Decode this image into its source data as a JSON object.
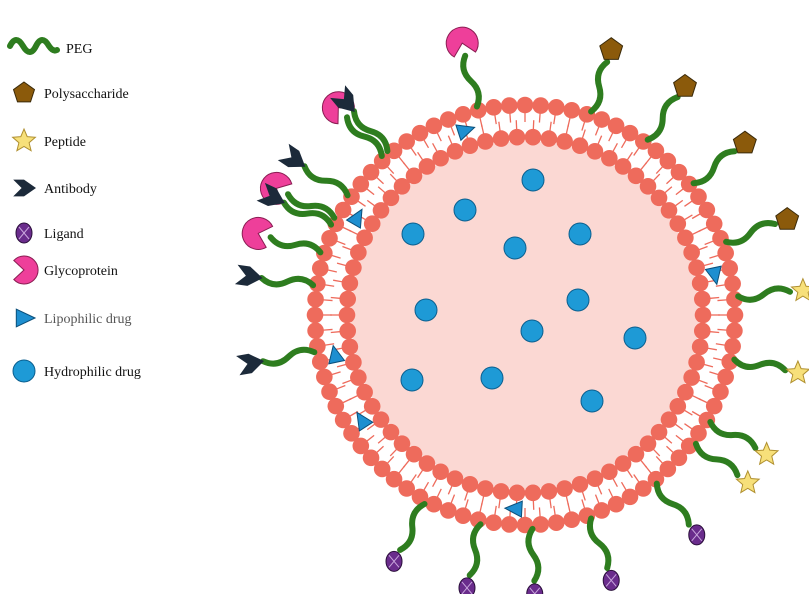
{
  "legend": {
    "items": [
      {
        "key": "peg",
        "label": "PEG",
        "icon": "peg-chain-icon"
      },
      {
        "key": "polysaccharide",
        "label": "Polysaccharide",
        "icon": "pentagon-icon"
      },
      {
        "key": "peptide",
        "label": "Peptide",
        "icon": "star-icon"
      },
      {
        "key": "antibody",
        "label": "Antibody",
        "icon": "chevron-icon"
      },
      {
        "key": "ligand",
        "label": "Ligand",
        "icon": "crossed-circle-icon"
      },
      {
        "key": "glycoprotein",
        "label": "Glycoprotein",
        "icon": "pacman-icon"
      },
      {
        "key": "lipophilic",
        "label": "Lipophilic drug",
        "icon": "triangle-icon"
      },
      {
        "key": "hydrophilic",
        "label": "Hydrophilic drug",
        "icon": "circle-icon"
      }
    ]
  },
  "colors": {
    "peg": "#2e7d1f",
    "polysaccharide": "#8b5a0b",
    "peptide": "#f7e07a",
    "antibody": "#1c2a3a",
    "ligand": "#6a2c8c",
    "glycoprotein": "#ee3f9a",
    "lipophilic": "#1e8fd0",
    "hydrophilic": "#1e9ad6",
    "lipid_head": "#ee6b5c",
    "core": "#fbd8d3"
  }
}
